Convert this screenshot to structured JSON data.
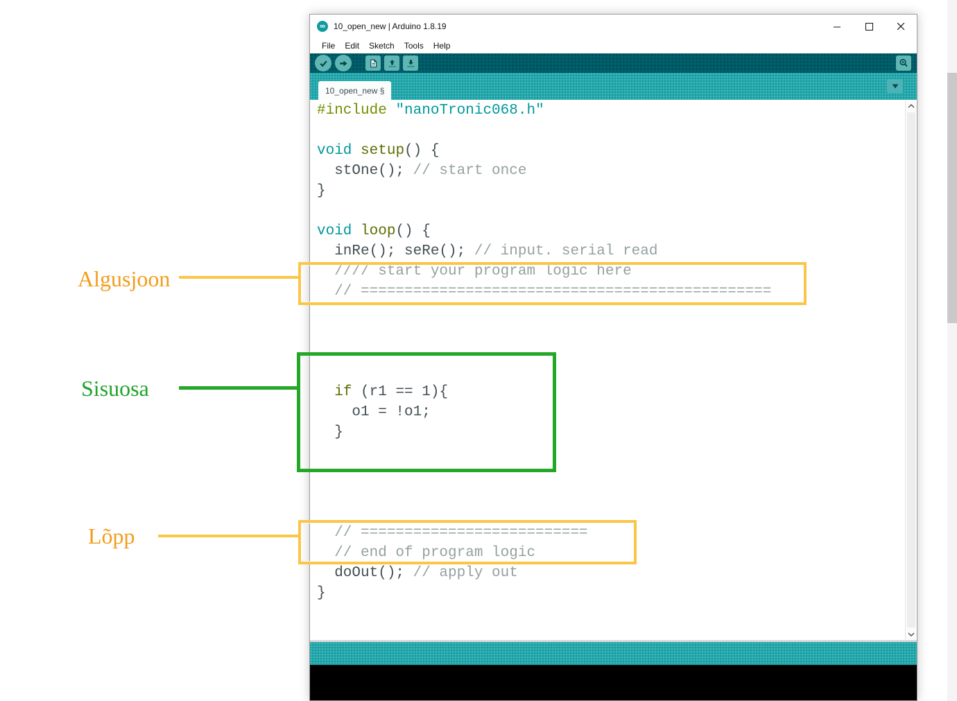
{
  "window": {
    "title": "10_open_new | Arduino 1.8.19",
    "app_icon": "arduino-infinity-icon",
    "menu": {
      "items": [
        "File",
        "Edit",
        "Sketch",
        "Tools",
        "Help"
      ]
    },
    "toolbar": {
      "background": "#00606A",
      "button_color": "#5FB6B3",
      "buttons": [
        "verify",
        "upload",
        "new",
        "open",
        "save"
      ],
      "serial_monitor": "serial-monitor"
    },
    "tabbar": {
      "background": "#17A1A5",
      "active_tab": "10_open_new §"
    },
    "statusbar": {
      "background": "#17A1A5"
    },
    "console": {
      "background": "#000000"
    }
  },
  "editor": {
    "syntax_colors": {
      "directive": "#728E00",
      "keyword": "#00979C",
      "function": "#5E6D03",
      "string": "#00979C",
      "comment": "#95A0A0",
      "plain": "#434F54"
    },
    "lines": [
      [
        [
          "#include",
          "directive"
        ],
        [
          " ",
          "plain"
        ],
        [
          "\"nanoTronic068.h\"",
          "string"
        ]
      ],
      [],
      [
        [
          "void",
          "keyword"
        ],
        [
          " ",
          "plain"
        ],
        [
          "setup",
          "function"
        ],
        [
          "() {",
          "plain"
        ]
      ],
      [
        [
          "  stOne(); ",
          "plain"
        ],
        [
          "// start once",
          "comment"
        ]
      ],
      [
        [
          "}",
          "plain"
        ]
      ],
      [],
      [
        [
          "void",
          "keyword"
        ],
        [
          " ",
          "plain"
        ],
        [
          "loop",
          "function"
        ],
        [
          "() {",
          "plain"
        ]
      ],
      [
        [
          "  inRe(); seRe(); ",
          "plain"
        ],
        [
          "// input. serial read",
          "comment"
        ]
      ],
      [
        [
          "  //// start your program logic here",
          "comment"
        ]
      ],
      [
        [
          "  // ===============================================",
          "comment"
        ]
      ],
      [],
      [],
      [],
      [],
      [
        [
          "  ",
          "plain"
        ],
        [
          "if",
          "function"
        ],
        [
          " (r1 == 1){",
          "plain"
        ]
      ],
      [
        [
          "    o1 = !o1;",
          "plain"
        ]
      ],
      [
        [
          "  }",
          "plain"
        ]
      ],
      [],
      [],
      [],
      [],
      [
        [
          "  // ==========================",
          "comment"
        ]
      ],
      [
        [
          "  // end of program logic",
          "comment"
        ]
      ],
      [
        [
          "  doOut(); ",
          "plain"
        ],
        [
          "// apply out",
          "comment"
        ]
      ],
      [
        [
          "}",
          "plain"
        ]
      ]
    ]
  },
  "annotations": {
    "algusjoon": {
      "label": "Algusjoon",
      "text_color": "#F39C1B",
      "box_color": "#FBC648"
    },
    "sisuosa": {
      "label": "Sisuosa",
      "text_color": "#1FA32A",
      "box_color": "#22A826"
    },
    "lopp": {
      "label": "Lõpp",
      "text_color": "#F39C1B",
      "box_color": "#FBC648"
    }
  }
}
